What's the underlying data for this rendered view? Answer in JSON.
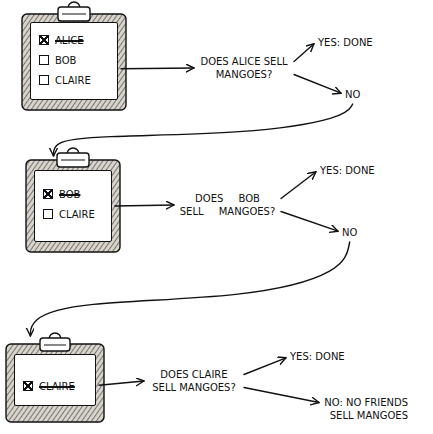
{
  "diagram": {
    "nodes": [
      {
        "text": [
          "ALICE",
          "BOB",
          "CLAIRE"
        ]
      },
      {
        "text": [
          "DOES ALICE SELL MANGOES?"
        ]
      },
      {
        "text": [
          "YES: DONE"
        ]
      },
      {
        "text": [
          "NO"
        ]
      },
      {
        "text": [
          "BOB",
          "CLAIRE"
        ]
      },
      {
        "text": [
          "DOES BOB SELL MANGOES?"
        ]
      },
      {
        "text": [
          "YES: DONE"
        ]
      },
      {
        "text": [
          "NO"
        ]
      },
      {
        "text": [
          "CLAIRE"
        ]
      },
      {
        "text": [
          "DOES CLAIRE SELL MANGOES?"
        ]
      },
      {
        "text": [
          "YES: DONE"
        ]
      },
      {
        "text": [
          "NO: NO FRIENDS SELL MANGOES"
        ]
      }
    ],
    "edges": [
      {
        "from": 0,
        "to": 1,
        "arrow": "to"
      },
      {
        "from": 1,
        "to": 2,
        "arrow": "to"
      },
      {
        "from": 1,
        "to": 3,
        "arrow": "to"
      },
      {
        "from": 3,
        "to": 4,
        "arrow": "to"
      },
      {
        "from": 4,
        "to": 5,
        "arrow": "to"
      },
      {
        "from": 5,
        "to": 6,
        "arrow": "to"
      },
      {
        "from": 5,
        "to": 7,
        "arrow": "to"
      },
      {
        "from": 7,
        "to": 8,
        "arrow": "to"
      },
      {
        "from": 8,
        "to": 9,
        "arrow": "to"
      },
      {
        "from": 9,
        "to": 10,
        "arrow": "to"
      },
      {
        "from": 9,
        "to": 11,
        "arrow": "to"
      }
    ]
  }
}
